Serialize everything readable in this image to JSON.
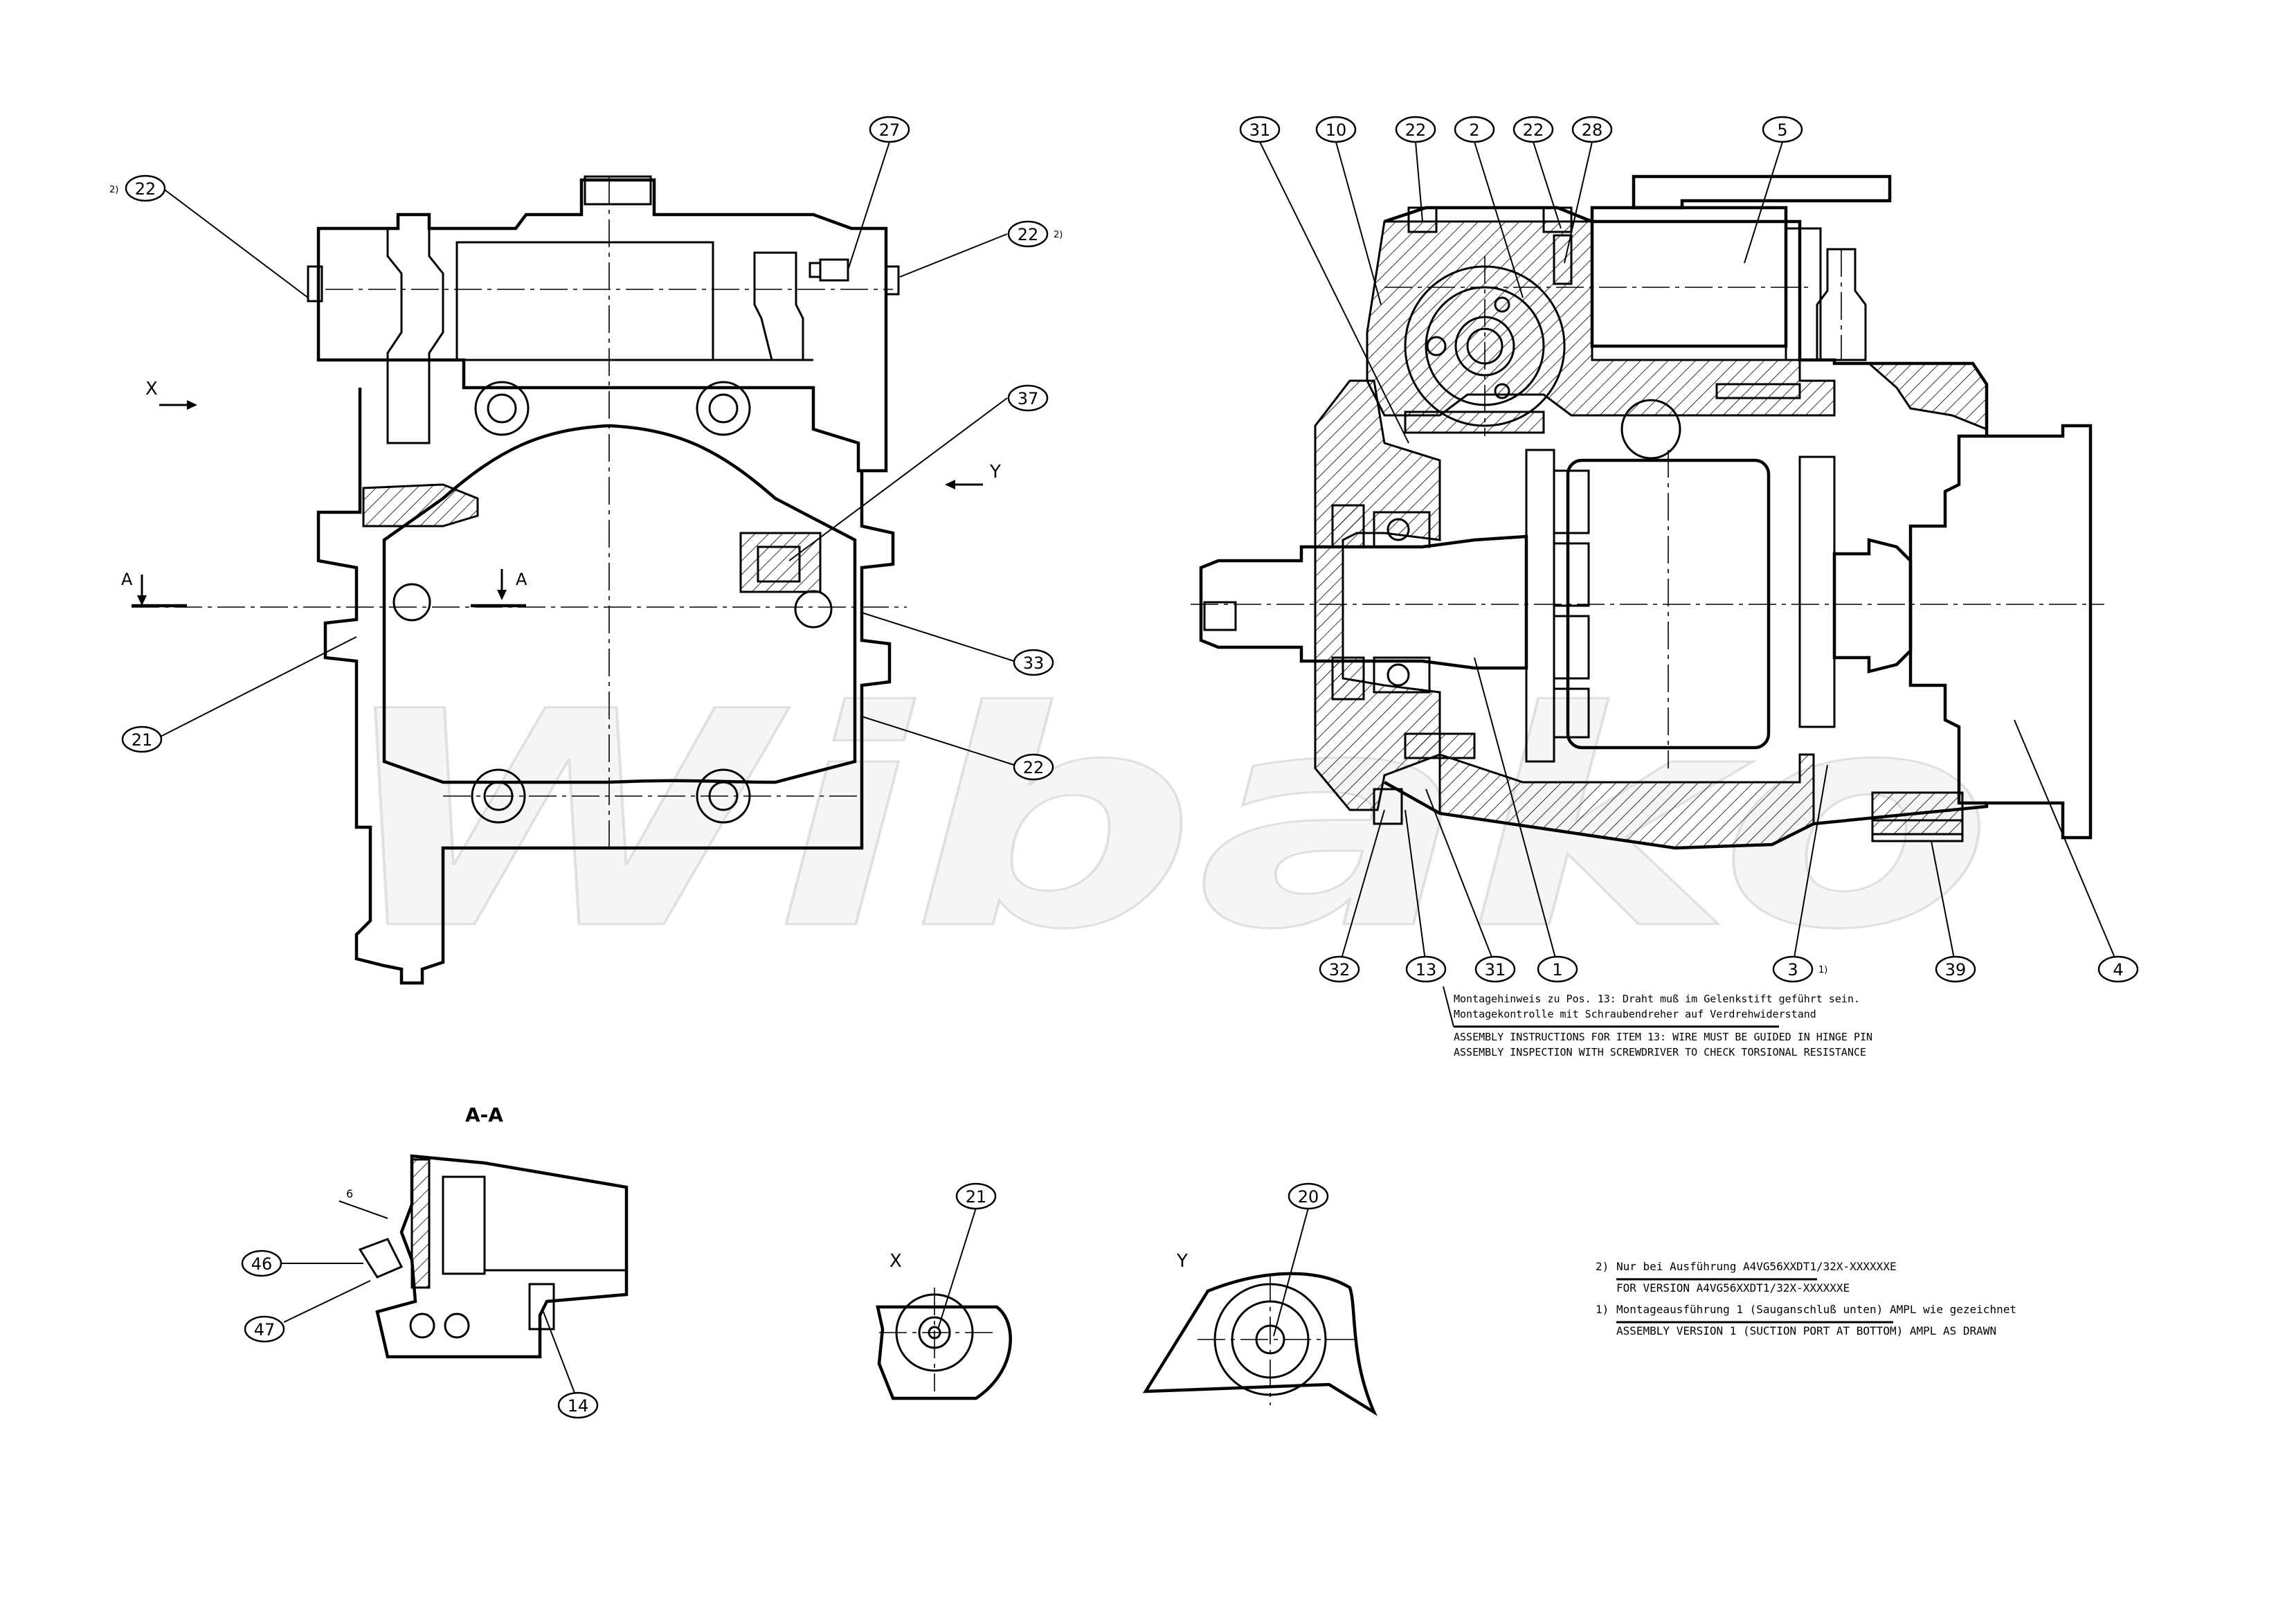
{
  "watermark": "Wibako",
  "section_title": "A-A",
  "views": {
    "x_label": "X",
    "y_label": "Y",
    "a_label": "A",
    "detail_x_title": "X",
    "detail_y_title": "Y"
  },
  "dimension_6": "6",
  "callouts": {
    "left_22_tl": "22",
    "left_27": "27",
    "left_22_tr": "22",
    "left_37": "37",
    "left_33": "33",
    "left_22_r": "22",
    "left_21": "21",
    "right_31_top": "31",
    "right_10": "10",
    "right_22_a": "22",
    "right_2": "2",
    "right_22_b": "22",
    "right_28": "28",
    "right_5": "5",
    "right_32": "32",
    "right_13": "13",
    "right_31_bottom": "31",
    "right_1": "1",
    "right_3": "3",
    "right_39": "39",
    "right_4": "4",
    "aa_46": "46",
    "aa_47": "47",
    "aa_14": "14",
    "x_21": "21",
    "y_20": "20"
  },
  "footnote_marks": {
    "left_22_tl": "2)",
    "left_22_tr": "2)",
    "right_3": "1)"
  },
  "notes": {
    "assembly_de_line1": "Montagehinweis zu Pos. 13: Draht muß im Gelenkstift geführt sein.",
    "assembly_de_line2": "Montagekontrolle mit Schraubendreher auf Verdrehwiderstand",
    "assembly_en_line1": "ASSEMBLY INSTRUCTIONS FOR ITEM 13: WIRE MUST BE GUIDED IN HINGE PIN",
    "assembly_en_line2": "ASSEMBLY INSPECTION WITH SCREWDRIVER TO CHECK TORSIONAL RESISTANCE",
    "fn2_mark": "2)",
    "fn2_de": "Nur bei Ausführung A4VG56XXDT1/32X-XXXXXXE",
    "fn2_en": "FOR VERSION A4VG56XXDT1/32X-XXXXXXE",
    "fn1_mark": "1)",
    "fn1_de": "Montageausführung 1 (Sauganschluß unten) AMPL wie gezeichnet",
    "fn1_en": "ASSEMBLY VERSION 1 (SUCTION PORT AT BOTTOM) AMPL AS DRAWN"
  }
}
